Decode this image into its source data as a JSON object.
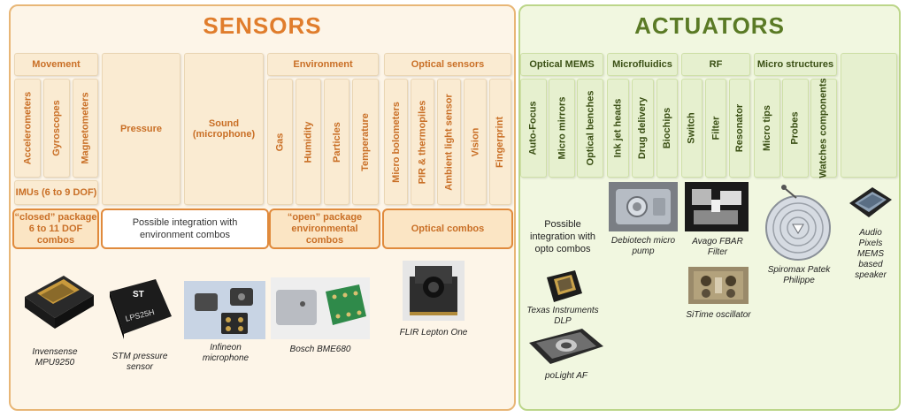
{
  "sensors": {
    "title": "SENSORS",
    "groups": {
      "movement": {
        "label": "Movement",
        "items": [
          "Accelerometers",
          "Gyroscopes",
          "Magnetometers"
        ],
        "imus": "IMUs (6 to 9 DOF)"
      },
      "pressure": {
        "label": "Pressure"
      },
      "sound": {
        "label": "Sound\n(microphone)"
      },
      "environment": {
        "label": "Environment",
        "items": [
          "Gas",
          "Humidity",
          "Particles",
          "Temperature"
        ]
      },
      "optical": {
        "label": "Optical sensors",
        "items": [
          "Micro bolometers",
          "PIR & thermopiles",
          "Ambient light sensor",
          "Vision",
          "Fingerprint"
        ]
      }
    },
    "combos": {
      "closed": "“closed” package\n6 to 11 DOF\ncombos",
      "integration": "Possible integration with\nenvironment combos",
      "open": "“open” package\nenvironmental\ncombos",
      "optical": "Optical combos"
    },
    "examples": [
      "Invensense\nMPU9250",
      "STM pressure\nsensor",
      "Infineon\nmicrophone",
      "Bosch BME680",
      "FLIR Lepton One"
    ]
  },
  "actuators": {
    "title": "ACTUATORS",
    "groups": {
      "optical_mems": {
        "label": "Optical MEMS",
        "items": [
          "Auto-Focus",
          "Micro mirrors",
          "Optical benches"
        ]
      },
      "microfluidics": {
        "label": "Microfluidics",
        "items": [
          "Ink jet heads",
          "Drug delivery",
          "Biochips"
        ]
      },
      "rf": {
        "label": "RF",
        "items": [
          "Switch",
          "Filter",
          "Resonator"
        ]
      },
      "micro_structures": {
        "label": "Micro structures",
        "items": [
          "Micro tips",
          "Probes",
          "Watches\ncomponents"
        ]
      }
    },
    "integration_note": "Possible\nintegration with\nopto combos",
    "examples": {
      "ti": "Texas Instruments\nDLP",
      "polight": "poLight AF",
      "debiotech": "Debiotech micro\npump",
      "avago": "Avago FBAR Filter",
      "sitime": "SiTime oscillator",
      "spiromax": "Spiromax Patek\nPhilippe",
      "audio": "Audio\nPixels\nMEMS\nbased\nspeaker"
    }
  },
  "colors": {
    "sensor_accent": "#e07d2c",
    "actuator_accent": "#5a7a25"
  }
}
